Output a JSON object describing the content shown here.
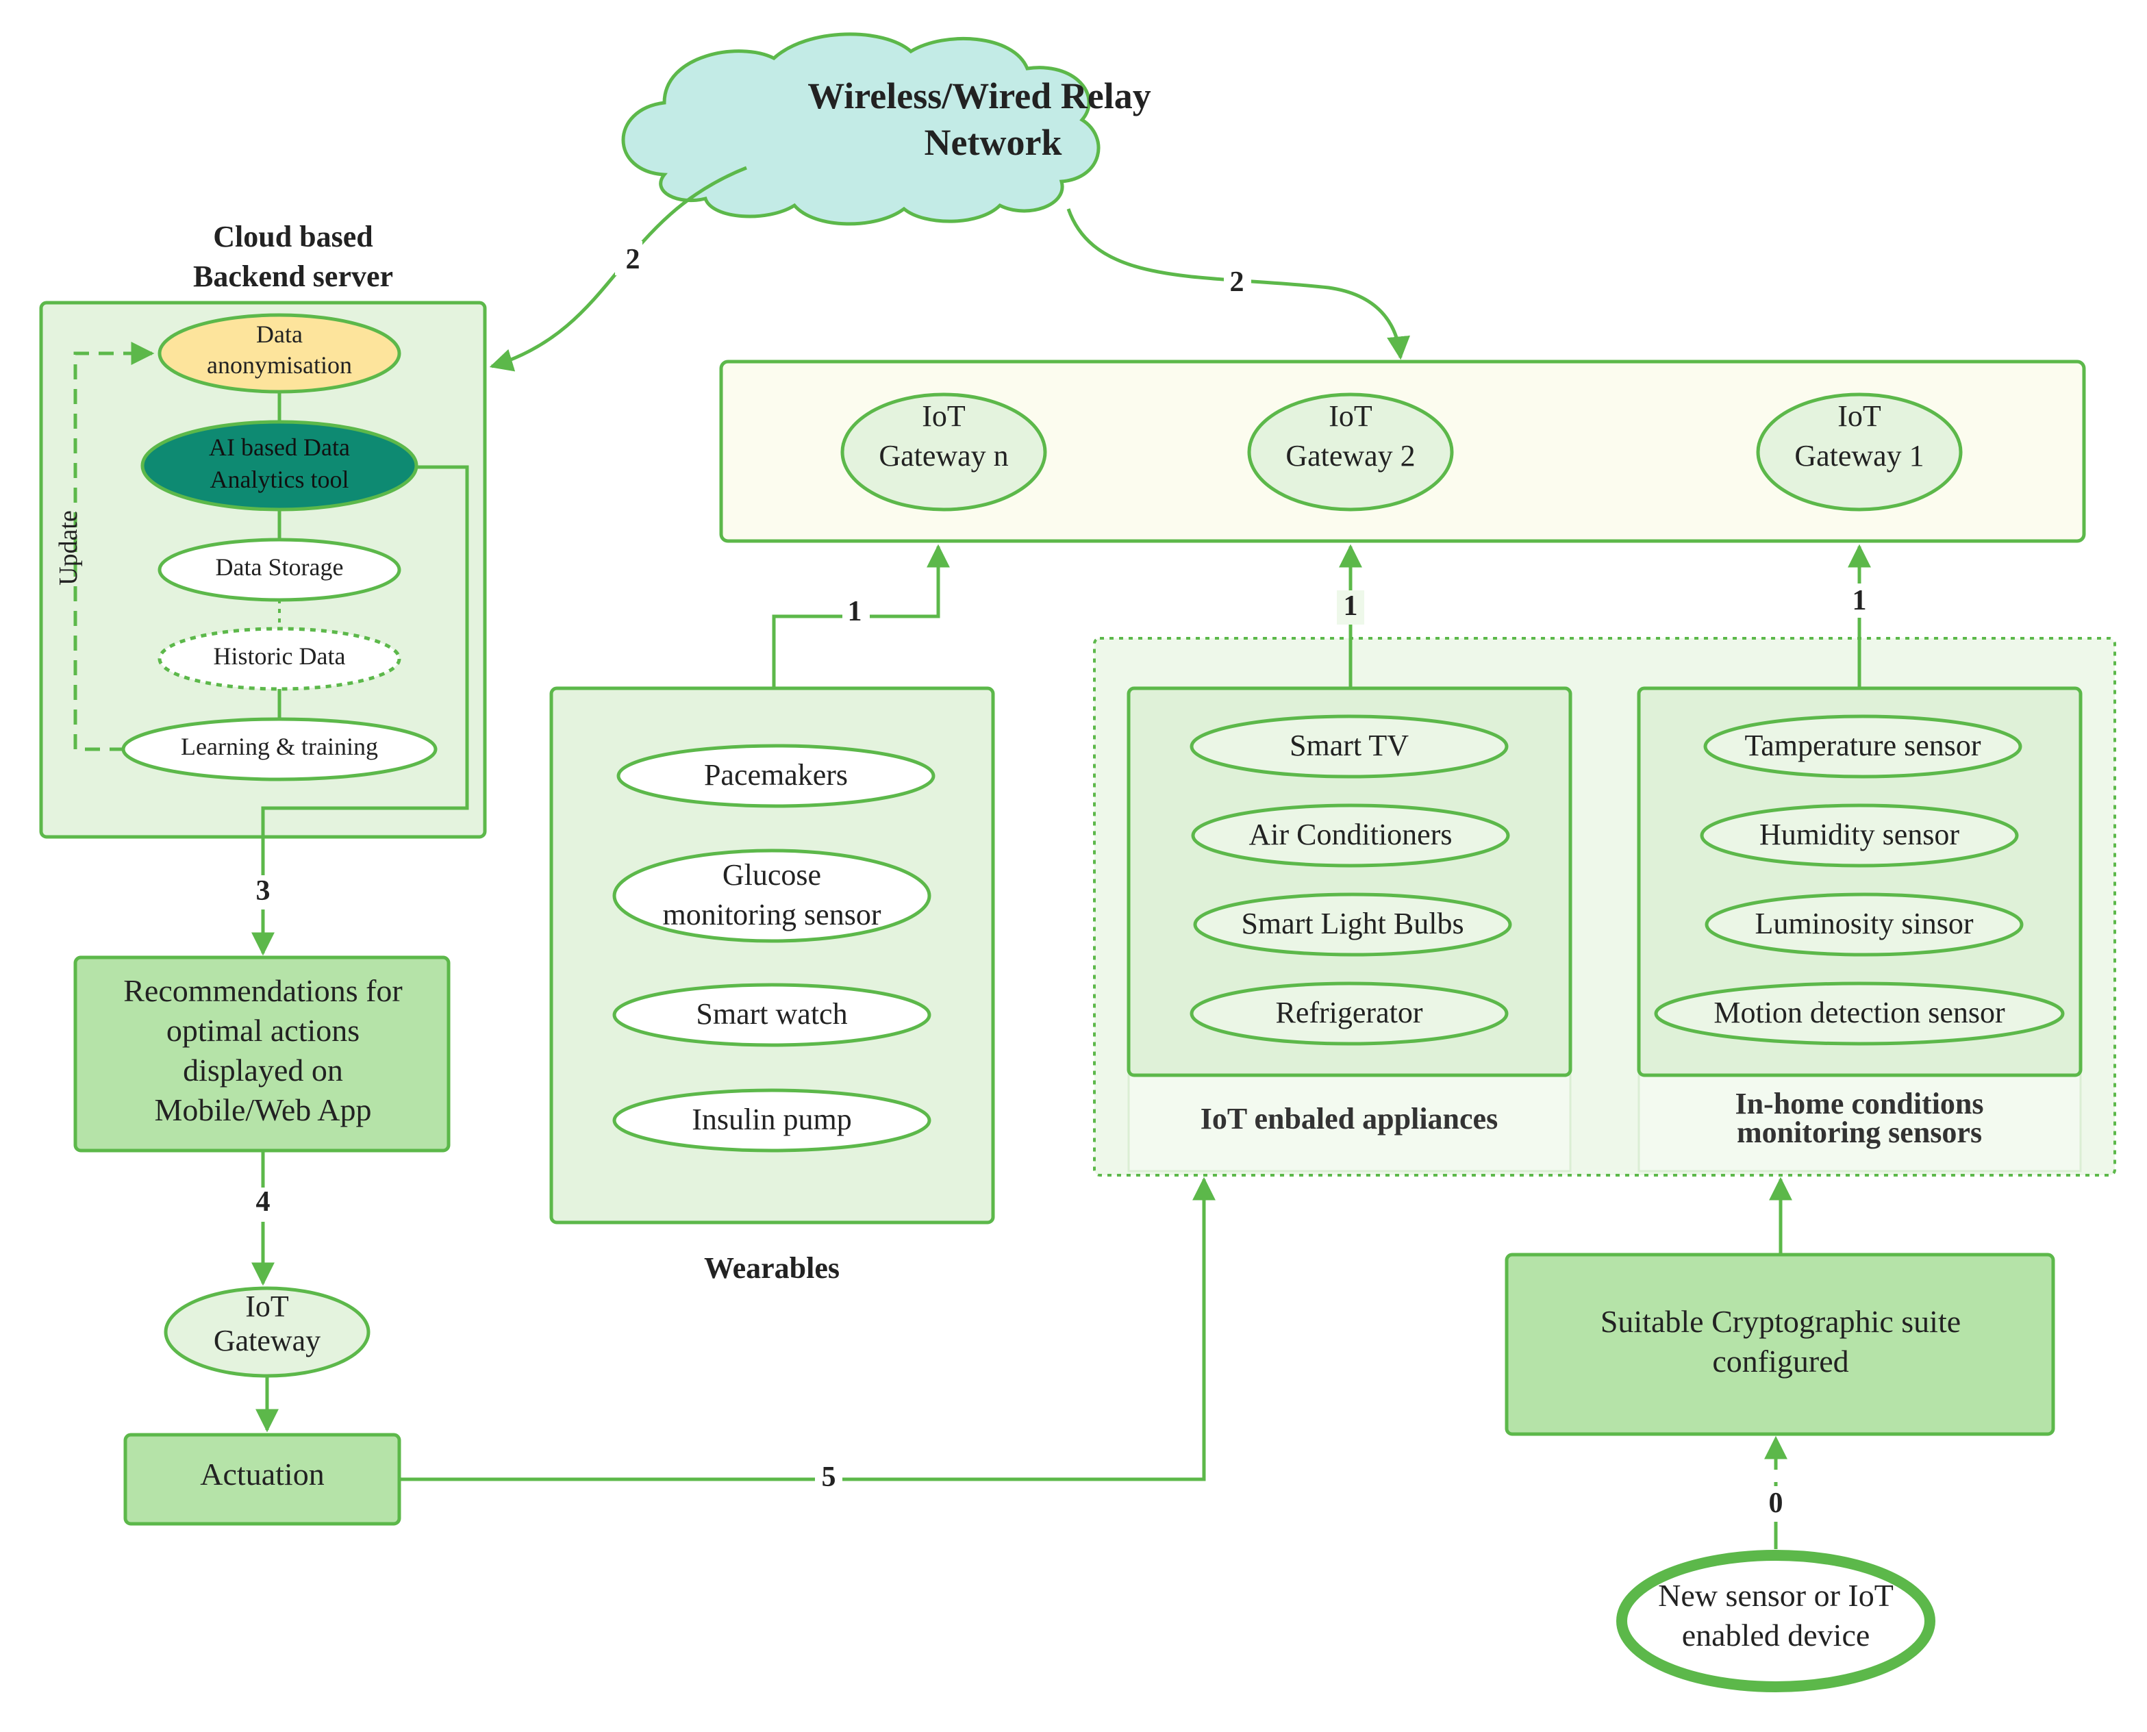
{
  "colors": {
    "green_line": "#5cb84a",
    "green_dark_fill": "#0e8a72",
    "green_fill": "#b5e3a8",
    "green_light_fill": "#e4f3de",
    "green_pale_fill": "#eef8ea",
    "cream_fill": "#fcfcef",
    "yellow_fill": "#fde49c",
    "cloud_fill": "#c3ebe6",
    "text": "#222222"
  },
  "cloud": {
    "line1": "Wireless/Wired Relay",
    "line2": "Network"
  },
  "backend": {
    "title_line1": "Cloud based",
    "title_line2": "Backend server",
    "data_anonymisation_line1": "Data",
    "data_anonymisation_line2": "anonymisation",
    "ai_tool_line1": "AI based Data",
    "ai_tool_line2": "Analytics tool",
    "data_storage": "Data Storage",
    "historic_data": "Historic Data",
    "learning_training": "Learning & training",
    "update_label": "Update"
  },
  "gateways_panel": {
    "gateway_n_line1": "IoT",
    "gateway_n_line2": "Gateway n",
    "gateway_2_line1": "IoT",
    "gateway_2_line2": "Gateway 2",
    "gateway_1_line1": "IoT",
    "gateway_1_line2": "Gateway 1"
  },
  "wearables": {
    "title": "Wearables",
    "items": {
      "pacemakers": "Pacemakers",
      "glucose_line1": "Glucose",
      "glucose_line2": "monitoring sensor",
      "smart_watch": "Smart watch",
      "insulin_pump": "Insulin pump"
    }
  },
  "appliances": {
    "title": "IoT enbaled appliances",
    "items": [
      "Smart TV",
      "Air Conditioners",
      "Smart Light Bulbs",
      "Refrigerator"
    ]
  },
  "sensors": {
    "title_line1": "In-home conditions",
    "title_line2": "monitoring sensors",
    "items": [
      "Tamperature sensor",
      "Humidity sensor",
      "Luminosity sinsor",
      "Motion detection sensor"
    ]
  },
  "recommendations": {
    "line1": "Recommendations for",
    "line2": "optimal actions",
    "line3": "displayed on",
    "line4": "Mobile/Web App"
  },
  "iot_gateway": {
    "line1": "IoT",
    "line2": "Gateway"
  },
  "actuation": "Actuation",
  "crypto": {
    "line1": "Suitable Cryptographic suite",
    "line2": "configured"
  },
  "new_device": {
    "line1": "New sensor or IoT",
    "line2": "enabled device"
  },
  "step_labels": {
    "s0": "0",
    "s1a": "1",
    "s1b": "1",
    "s1c": "1",
    "s2a": "2",
    "s2b": "2",
    "s3": "3",
    "s4": "4",
    "s5": "5"
  }
}
